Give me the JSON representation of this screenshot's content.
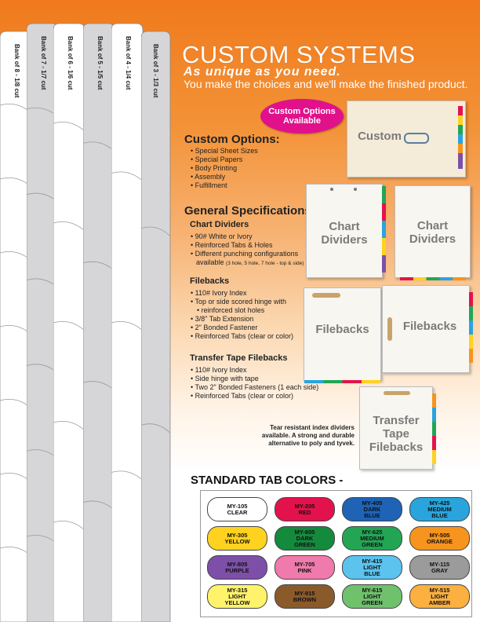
{
  "tabs": [
    {
      "label": "Bank of 8 - 1/8 cut"
    },
    {
      "label": "Bank of 7 - 1/7 cut"
    },
    {
      "label": "Bank of 6 - 1/6 cut"
    },
    {
      "label": "Bank of 5 - 1/5 cut"
    },
    {
      "label": "Bank of 4 - 1/4 cut"
    },
    {
      "label": "Bank of 3 - 1/3 cut"
    }
  ],
  "header": {
    "title": "CUSTOM SYSTEMS",
    "subtitle": "As unique as you need.",
    "intro": "You make the choices and we'll make the finished product.",
    "badge_line1": "Custom Options",
    "badge_line2": "Available"
  },
  "custom_options": {
    "heading": "Custom Options:",
    "items": [
      "Special Sheet Sizes",
      "Special Papers",
      "Body Printing",
      "Assembly",
      "Fulfillment"
    ]
  },
  "general": {
    "heading": "General Specifications",
    "chart": {
      "heading": "Chart Dividers",
      "items": [
        "90# White or Ivory",
        "Reinforced Tabs & Holes",
        "Different punching configurations"
      ],
      "extra": "available",
      "extra_small": "(3 hole, 5 hole, 7 hole - top & side)"
    },
    "filebacks": {
      "heading": "Filebacks",
      "items": [
        "110# Ivory Index",
        "Top or side scored hinge with",
        "reinforced slot holes",
        "3/8\" Tab Extension",
        "2\" Bonded Fastener",
        "Reinforced Tabs (clear or color)"
      ]
    },
    "transfer": {
      "heading": "Transfer Tape Filebacks",
      "items": [
        "110# Ivory Index",
        "Side hinge with tape",
        "Two 2\" Bonded Fasteners (1 each side)",
        "Reinforced Tabs (clear or color)"
      ]
    }
  },
  "products": {
    "custom": "Custom",
    "chart1_l1": "Chart",
    "chart1_l2": "Dividers",
    "chart2_l1": "Chart",
    "chart2_l2": "Dividers",
    "fileback1": "Filebacks",
    "fileback2": "Filebacks",
    "transfer_l1": "Transfer",
    "transfer_l2": "Tape",
    "transfer_l3": "Filebacks"
  },
  "note": {
    "line1": "Tear resistant index dividers",
    "line2": "available. A strong and durable",
    "line3": "alternative to poly and tyvek."
  },
  "colors_heading": "STANDARD TAB COLORS -",
  "colors": [
    {
      "code": "MY-105",
      "name1": "CLEAR",
      "name2": "",
      "color": "#ffffff",
      "text": "#111111"
    },
    {
      "code": "MY-205",
      "name1": "RED",
      "name2": "",
      "color": "#e4124c",
      "text": "#111111"
    },
    {
      "code": "MY-405",
      "name1": "DARK",
      "name2": "BLUE",
      "color": "#1e63b5",
      "text": "#111111"
    },
    {
      "code": "MY-425",
      "name1": "MEDIUM",
      "name2": "BLUE",
      "color": "#29a4dc",
      "text": "#111111"
    },
    {
      "code": "MY-305",
      "name1": "YELLOW",
      "name2": "",
      "color": "#ffd21f",
      "text": "#111111"
    },
    {
      "code": "MY-605",
      "name1": "DARK",
      "name2": "GREEN",
      "color": "#148a3c",
      "text": "#111111"
    },
    {
      "code": "MY-625",
      "name1": "MEDIUM",
      "name2": "GREEN",
      "color": "#22a654",
      "text": "#111111"
    },
    {
      "code": "MY-505",
      "name1": "ORANGE",
      "name2": "",
      "color": "#f7941d",
      "text": "#111111"
    },
    {
      "code": "MY-805",
      "name1": "PURPLE",
      "name2": "",
      "color": "#7d4fa8",
      "text": "#111111"
    },
    {
      "code": "MY-705",
      "name1": "PINK",
      "name2": "",
      "color": "#f07aab",
      "text": "#111111"
    },
    {
      "code": "MY-415",
      "name1": "LIGHT",
      "name2": "BLUE",
      "color": "#5cc2ee",
      "text": "#111111"
    },
    {
      "code": "MY-115",
      "name1": "GRAY",
      "name2": "",
      "color": "#9b9b9b",
      "text": "#111111"
    },
    {
      "code": "MY-315",
      "name1": "LIGHT",
      "name2": "YELLOW",
      "color": "#fff36b",
      "text": "#111111"
    },
    {
      "code": "MY-915",
      "name1": "BROWN",
      "name2": "",
      "color": "#8a5a2b",
      "text": "#111111"
    },
    {
      "code": "MY-615",
      "name1": "LIGHT",
      "name2": "GREEN",
      "color": "#6fc16c",
      "text": "#111111"
    },
    {
      "code": "MY-515",
      "name1": "LIGHT",
      "name2": "AMBER",
      "color": "#fbb040",
      "text": "#111111"
    }
  ]
}
